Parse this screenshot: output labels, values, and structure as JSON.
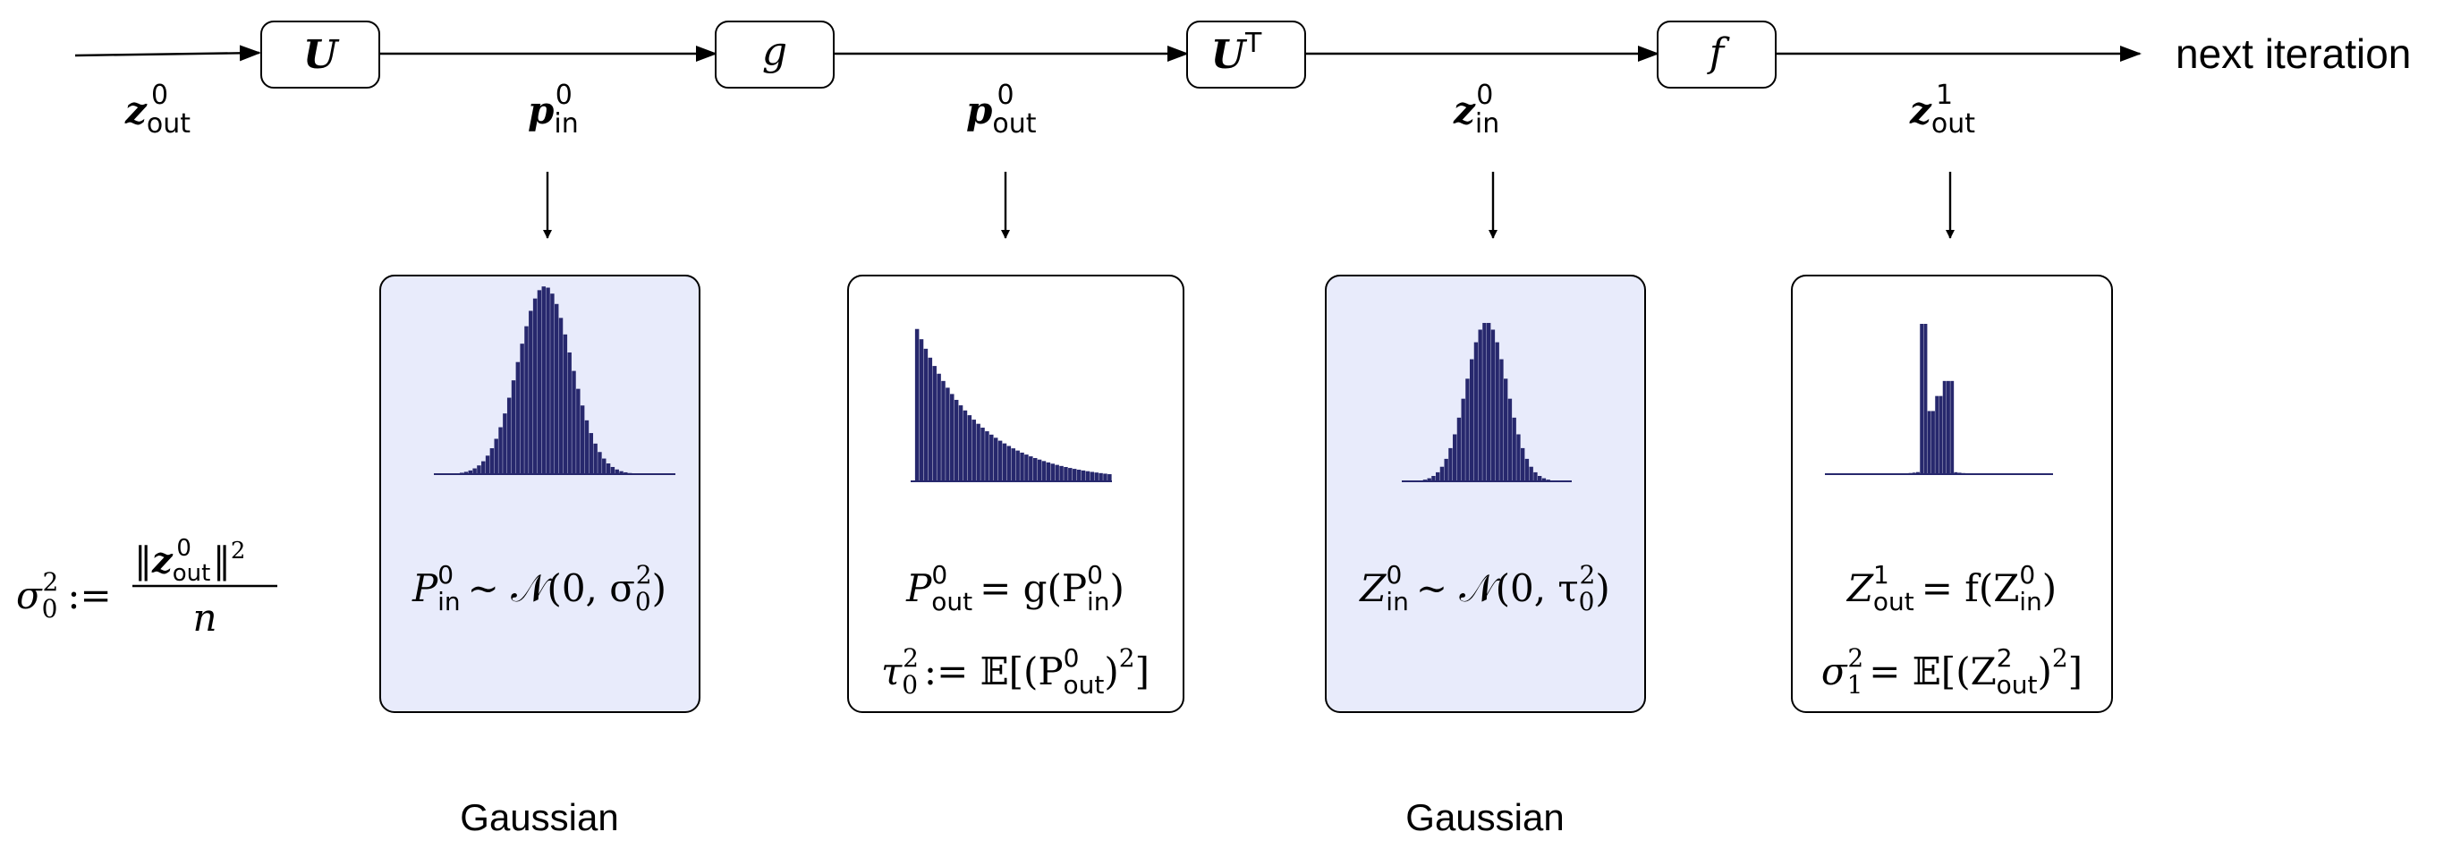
{
  "pipeline": {
    "operators": [
      {
        "id": "U",
        "label": "U"
      },
      {
        "id": "g",
        "label": "g"
      },
      {
        "id": "UT",
        "label": "U",
        "sup": "T"
      },
      {
        "id": "f",
        "label": "f"
      }
    ],
    "signals": [
      {
        "base": "z",
        "sub": "out",
        "sup": "0"
      },
      {
        "base": "p",
        "sub": "in",
        "sup": "0"
      },
      {
        "base": "p",
        "sub": "out",
        "sup": "0"
      },
      {
        "base": "z",
        "sub": "in",
        "sup": "0"
      },
      {
        "base": "z",
        "sub": "out",
        "sup": "1"
      }
    ],
    "next_label": "next iteration"
  },
  "sigma_def": {
    "lhs": "σ",
    "lhs_sub": "0",
    "lhs_sup": "2",
    "assign": ":=",
    "denominator": "n"
  },
  "panels": [
    {
      "shaded": true,
      "eq1": {
        "var": "P",
        "sup": "0",
        "sub": "in",
        "rest": "∼ 𝒩(0, σ",
        "rest_sub": "0",
        "rest_sup": "2",
        "close": ")"
      },
      "caption": "Gaussian"
    },
    {
      "shaded": false,
      "eq1": {
        "var": "P",
        "sup": "0",
        "sub": "out",
        "rest": "= g(P",
        "rest_sup": "0",
        "rest_sub": "in",
        "close": ")"
      },
      "eq2": {
        "lhs": "τ",
        "lhs_sub": "0",
        "lhs_sup": "2",
        "rest": ":= 𝔼[(P",
        "rest_sup": "0",
        "rest_sub": "out",
        "close": ")",
        "close_sup": "2",
        "end": "]"
      },
      "caption": ""
    },
    {
      "shaded": true,
      "eq1": {
        "var": "Z",
        "sup": "0",
        "sub": "in",
        "rest": "∼ 𝒩(0, τ",
        "rest_sub": "0",
        "rest_sup": "2",
        "close": ")"
      },
      "caption": "Gaussian"
    },
    {
      "shaded": false,
      "eq1": {
        "var": "Z",
        "sup": "1",
        "sub": "out",
        "rest": "= f(Z",
        "rest_sup": "0",
        "rest_sub": "in",
        "close": ")"
      },
      "eq2": {
        "lhs": "σ",
        "lhs_sub": "1",
        "lhs_sup": "2",
        "rest": "= 𝔼[(Z",
        "rest_sup": "2",
        "rest_sub": "out",
        "close": ")",
        "close_sup": "2",
        "end": "]"
      },
      "caption": ""
    }
  ],
  "colors": {
    "shaded_fill": "#e8ebfb",
    "histogram": "#27286d",
    "line": "#000000"
  }
}
